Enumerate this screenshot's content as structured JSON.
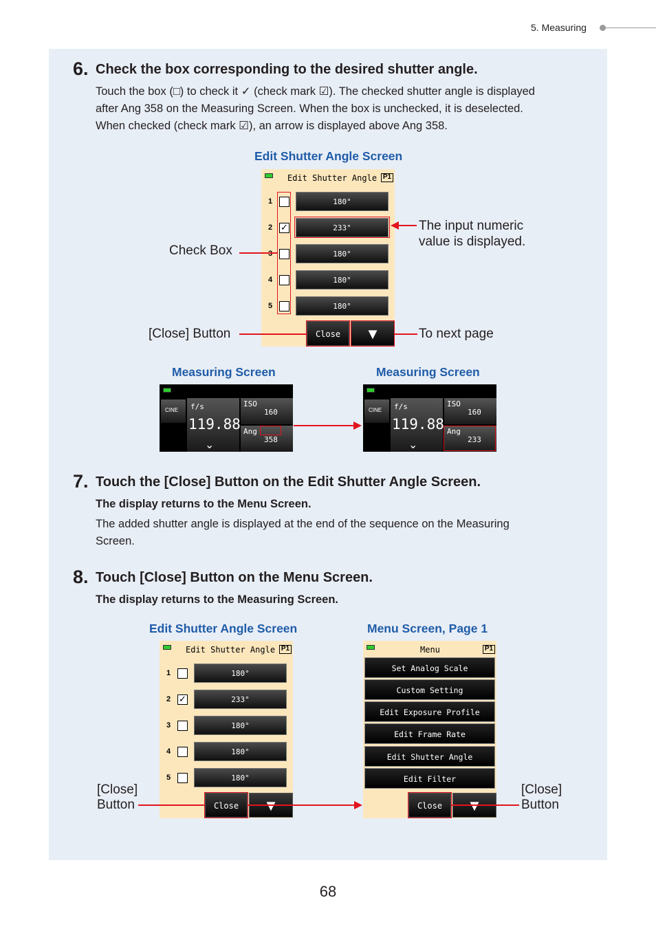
{
  "header": {
    "section": "5.  Measuring"
  },
  "step6": {
    "num": "6.",
    "title": "Check the box corresponding to the desired shutter angle.",
    "line1": "Touch the box (□) to check it ✓ (check mark ☑). The checked shutter angle is displayed",
    "line2": "after Ang 358 on the Measuring Screen. When the box is unchecked, it is deselected.",
    "line3": "When checked (check mark ☑), an arrow is displayed above Ang 358."
  },
  "fig1": {
    "caption": "Edit Shutter Angle Screen",
    "screen_title": "Edit Shutter Angle",
    "page_badge": "P1",
    "rows": [
      {
        "num": "1",
        "checked": "",
        "value": "180°"
      },
      {
        "num": "2",
        "checked": "✓",
        "value": "233°"
      },
      {
        "num": "3",
        "checked": "",
        "value": "180°"
      },
      {
        "num": "4",
        "checked": "",
        "value": "180°"
      },
      {
        "num": "5",
        "checked": "",
        "value": "180°"
      }
    ],
    "close_label": "Close",
    "next_glyph": "▼",
    "callout_checkbox": "Check Box",
    "callout_value_1": "The input numeric",
    "callout_value_2": "value is displayed.",
    "callout_close": "[Close] Button",
    "callout_next": "To next page"
  },
  "fig2": {
    "caption_left": "Measuring Screen",
    "caption_right": "Measuring Screen",
    "fs_label": "f/s",
    "fs_value": "119.88",
    "iso_label": "ISO",
    "iso_value": "160",
    "ang_label": "Ang",
    "ang_value_left": "358",
    "ang_value_right": "233",
    "cine_icon": "CINE"
  },
  "step7": {
    "num": "7.",
    "title": "Touch the [Close] Button on the Edit Shutter Angle Screen.",
    "bold": "The display returns to the Menu Screen.",
    "line1": "The added shutter angle is displayed at the end of the sequence on the Measuring",
    "line2": "Screen."
  },
  "step8": {
    "num": "8.",
    "title": "Touch [Close] Button on the Menu Screen.",
    "bold": "The display returns to the Measuring Screen."
  },
  "fig3": {
    "caption_left": "Edit Shutter Angle Screen",
    "caption_right": "Menu Screen, Page 1",
    "menu_title": "Menu",
    "menu_items": [
      "Set Analog Scale",
      "Custom Setting",
      "Edit Exposure Profile",
      "Edit Frame Rate",
      "Edit Shutter Angle",
      "Edit Filter"
    ],
    "callout_left_1": "[Close]",
    "callout_left_2": "Button",
    "callout_right_1": "[Close]",
    "callout_right_2": "Button"
  },
  "page_number": "68"
}
